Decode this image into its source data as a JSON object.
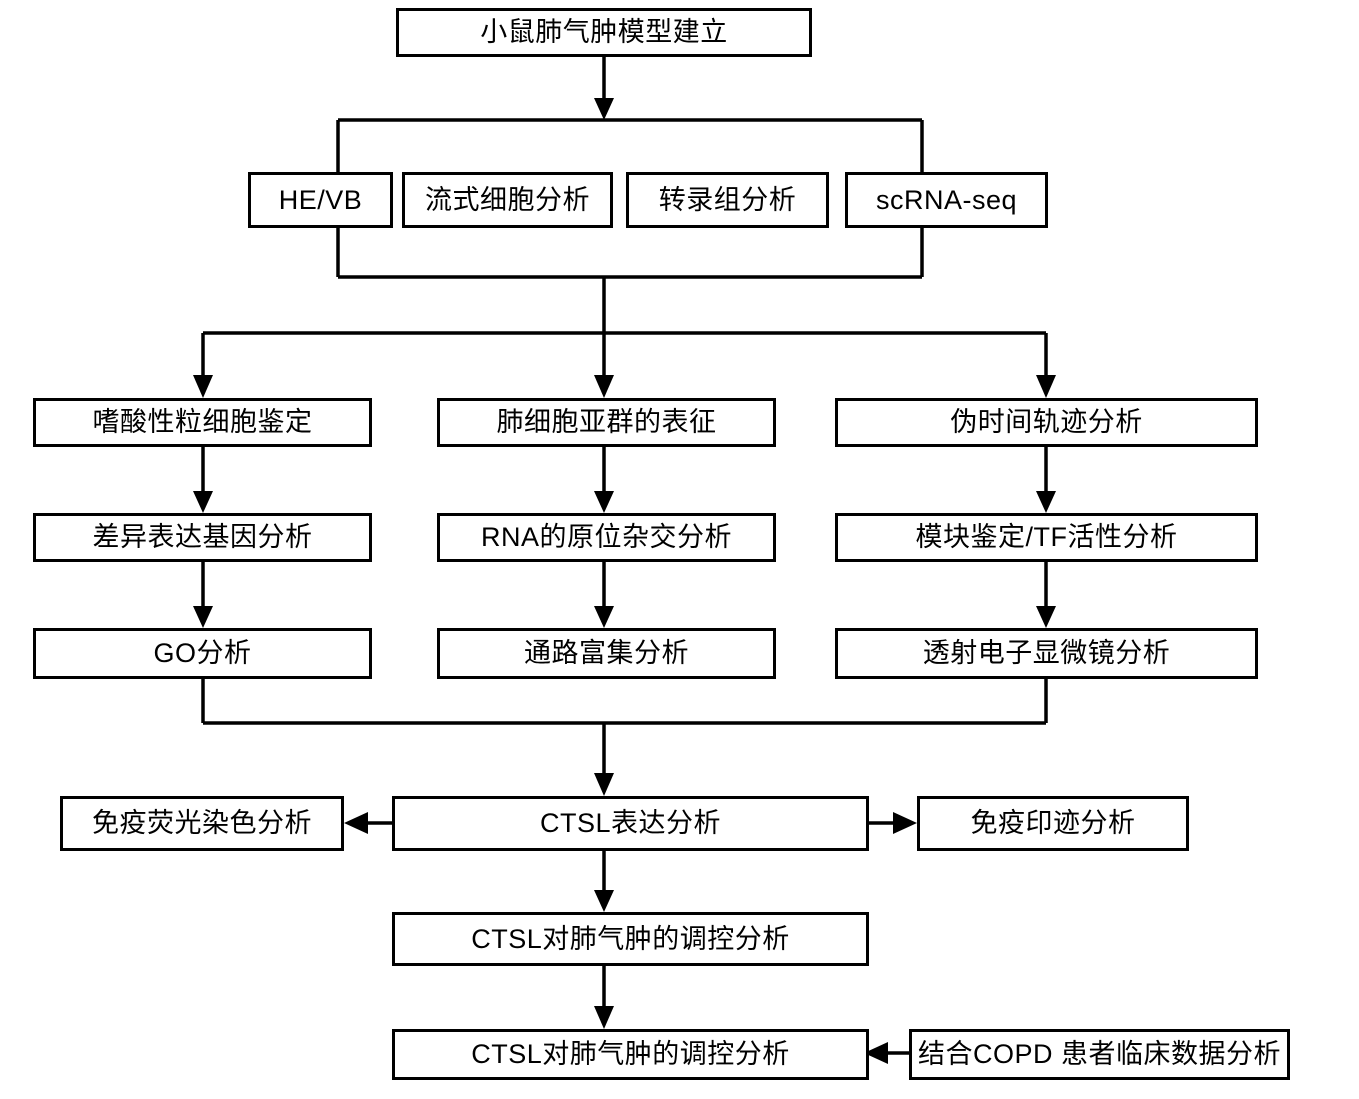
{
  "diagram": {
    "title": "肺气肿研究流程图",
    "colors": {
      "stroke": "#000000",
      "fill": "#ffffff",
      "text": "#000000"
    },
    "nodes": {
      "model": "小鼠肺气肿模型建立",
      "he_vb": "HE/VB",
      "flow_cytometry": "流式细胞分析",
      "transcriptome": "转录组分析",
      "scrna": "scRNA-seq",
      "eosinophil_id": "嗜酸性粒细胞鉴定",
      "lung_subset": "肺细胞亚群的表征",
      "pseudotime": "伪时间轨迹分析",
      "deg": "差异表达基因分析",
      "rna_ish": "RNA的原位杂交分析",
      "module_tf": "模块鉴定/TF活性分析",
      "go": "GO分析",
      "pathway": "通路富集分析",
      "tem": "透射电子显微镜分析",
      "immunofluorescence": "免疫荧光染色分析",
      "ctsl_expression": "CTSL表达分析",
      "western_blot": "免疫印迹分析",
      "ctsl_regulation_1": "CTSL对肺气肿的调控分析",
      "ctsl_regulation_2": "CTSL对肺气肿的调控分析",
      "copd_clinical": "结合COPD 患者临床数据分析"
    }
  }
}
